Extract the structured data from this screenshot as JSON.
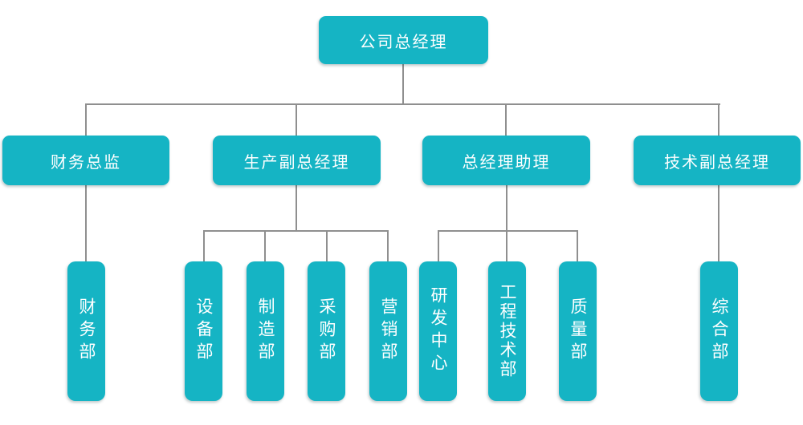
{
  "org": {
    "root": "公司总经理",
    "branches": [
      {
        "label": "财务总监",
        "children": [
          "财务部"
        ]
      },
      {
        "label": "生产副总经理",
        "children": [
          "设备部",
          "制造部",
          "采购部",
          "营销部"
        ]
      },
      {
        "label": "总经理助理",
        "children": [
          "研发中心",
          "工程技术部",
          "质量部"
        ]
      },
      {
        "label": "技术副总经理",
        "children": [
          "综合部"
        ]
      }
    ]
  },
  "colors": {
    "node_fill": "#15b4c4",
    "node_text": "#ffffff",
    "connector": "#8f8f8f",
    "background": "#ffffff"
  }
}
